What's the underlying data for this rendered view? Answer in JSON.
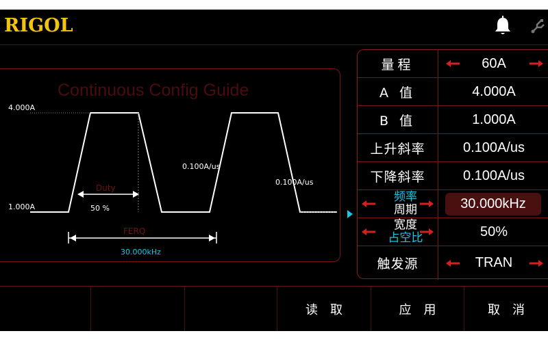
{
  "header": {
    "logo": "RIGOL",
    "bell_icon": "bell-icon",
    "usb_icon": "usb-icon",
    "brand_color": "#f2c40f"
  },
  "guide": {
    "title": "Continuous Config Guide",
    "level_high": "4.000A",
    "level_low": "1.000A",
    "rise_slew": "0.100A/us",
    "fall_slew": "0.100A/us",
    "duty_label": "Duty",
    "duty_value": "50 %",
    "freq_label": "FERQ",
    "freq_value": "30.000kHz"
  },
  "settings": {
    "rows": [
      {
        "label": "量程",
        "value": "60A",
        "arrows": true
      },
      {
        "label": "A 值",
        "value": "4.000A"
      },
      {
        "label": "B 值",
        "value": "1.000A"
      },
      {
        "label": "上升斜率",
        "value": "0.100A/us"
      },
      {
        "label": "下降斜率",
        "value": "0.100A/us"
      },
      {
        "label_active": "频率",
        "label_alt": "周期",
        "value": "30.000kHz",
        "selected": true
      },
      {
        "label_alt": "宽度",
        "label_active": "占空比",
        "value": "50%"
      },
      {
        "label": "触发源",
        "value": "TRAN",
        "arrows": true
      }
    ],
    "accent": "#17c6e6",
    "arrow_color": "#d42020"
  },
  "softkeys": [
    "",
    "",
    "",
    "读取",
    "应用",
    "取消"
  ]
}
